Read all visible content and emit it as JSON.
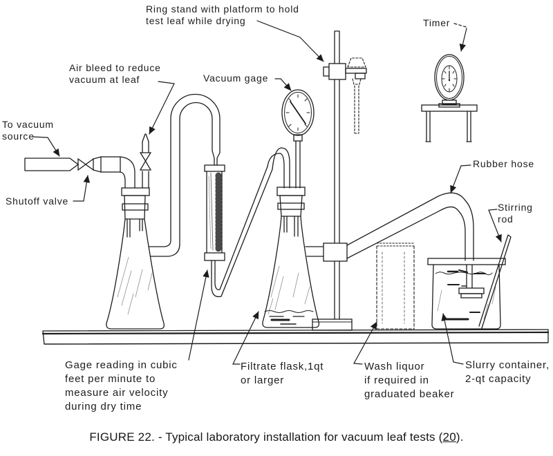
{
  "colors": {
    "ink": "#1c1c1c",
    "paper": "#ffffff"
  },
  "labels": {
    "ring_stand": {
      "lines": [
        "Ring stand with platform to hold",
        "test leaf while drying"
      ]
    },
    "timer": {
      "lines": [
        "Timer"
      ]
    },
    "air_bleed": {
      "lines": [
        "Air bleed to reduce",
        "vacuum at leaf"
      ]
    },
    "vacuum_source": {
      "lines": [
        "To vacuum",
        "source"
      ]
    },
    "shutoff_valve": {
      "lines": [
        "Shutoff valve"
      ]
    },
    "vacuum_gage": {
      "lines": [
        "Vacuum gage"
      ]
    },
    "rubber_hose": {
      "lines": [
        "Rubber hose"
      ]
    },
    "stirring_rod": {
      "lines": [
        "Stirring",
        "rod"
      ]
    },
    "gage_reading": {
      "lines": [
        "Gage reading in cubic",
        "feet per minute to",
        "measure air velocity",
        "during dry time"
      ]
    },
    "filtrate_flask": {
      "lines": [
        "Filtrate flask,1qt",
        "or larger"
      ]
    },
    "wash_liquor": {
      "lines": [
        "Wash liquor",
        "if required in",
        "graduated beaker"
      ]
    },
    "slurry_container": {
      "lines": [
        "Slurry container,",
        "2-qt capacity"
      ]
    }
  },
  "caption": {
    "prefix": "FIGURE 22. - Typical laboratory installation for vacuum leaf tests (",
    "ref": "20",
    "suffix": ")."
  }
}
